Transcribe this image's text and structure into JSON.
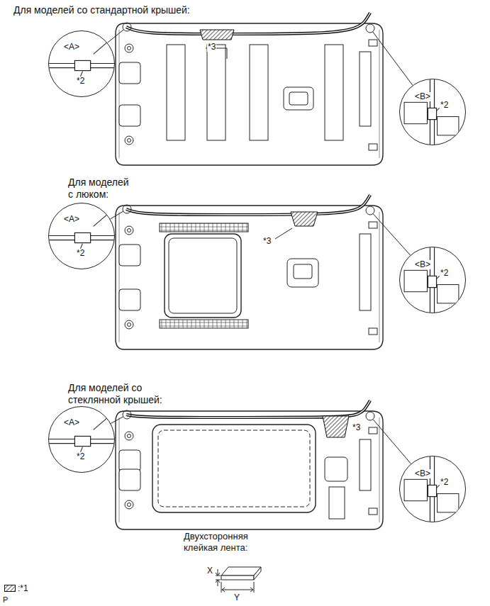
{
  "diagram": {
    "nodes": [
      {
        "text": [
          "<A>",
          "*2"
        ]
      },
      {
        "text": [
          "<B>",
          "*2"
        ]
      },
      {
        "text": [
          "<A>",
          "*2"
        ]
      },
      {
        "text": [
          "<B>",
          "*2"
        ]
      },
      {
        "text": [
          "<A>",
          "*2"
        ]
      },
      {
        "text": [
          "<B>",
          "*2"
        ]
      }
    ],
    "labels": [
      "Для моделей со стандартной крышей:",
      "*3",
      "Для моделей с люком:",
      "*3",
      "Для моделей со стеклянной крышей:",
      "*3",
      "Двухсторонняя клейкая лента:",
      "X",
      "Y",
      "P"
    ],
    "legend": [
      {
        "text": ":*1"
      }
    ]
  }
}
